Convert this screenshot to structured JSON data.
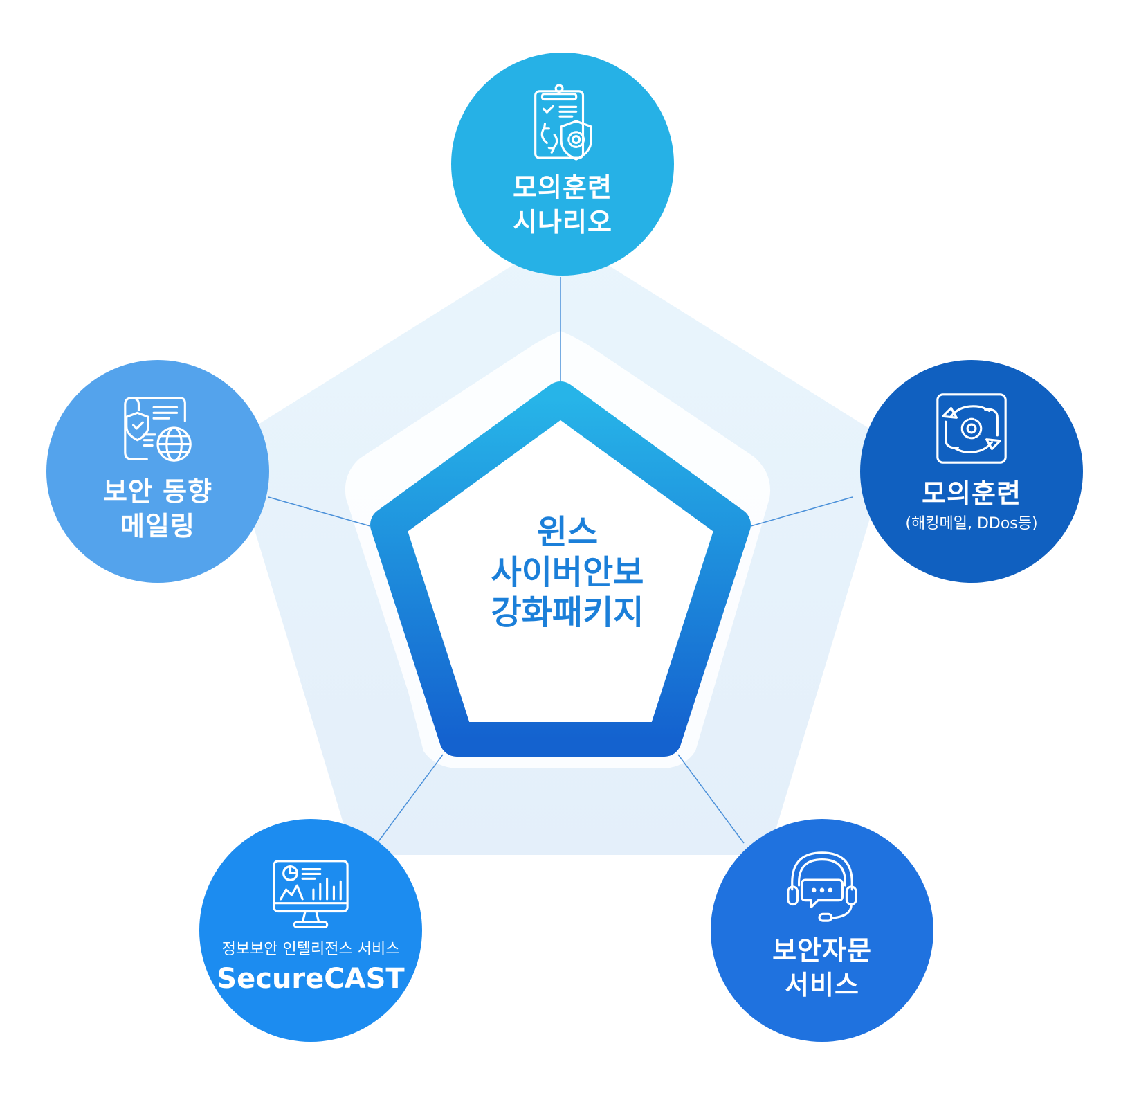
{
  "center": {
    "lines": [
      "윈스",
      "사이버안보",
      "강화패키지"
    ]
  },
  "nodes": {
    "top": {
      "icon": "clipboard-shield-gear-icon",
      "color": "#26b1e6",
      "lines": [
        "모의훈련",
        "시나리오"
      ]
    },
    "right": {
      "icon": "gear-cycle-icon",
      "color": "#1060c0",
      "title": "모의훈련",
      "subtitle": "(해킹메일, DDos등)"
    },
    "bottom_right": {
      "icon": "headset-chat-icon",
      "color": "#1f72df",
      "lines": [
        "보안자문",
        "서비스"
      ]
    },
    "bottom_left": {
      "icon": "monitor-chart-icon",
      "color": "#1c8cf0",
      "pretitle": "정보보안 인텔리전스 서비스",
      "title": "SecureCAST"
    },
    "left": {
      "icon": "document-shield-globe-icon",
      "color": "#54a3ec",
      "lines": [
        "보안 동향",
        "메일링"
      ]
    }
  }
}
